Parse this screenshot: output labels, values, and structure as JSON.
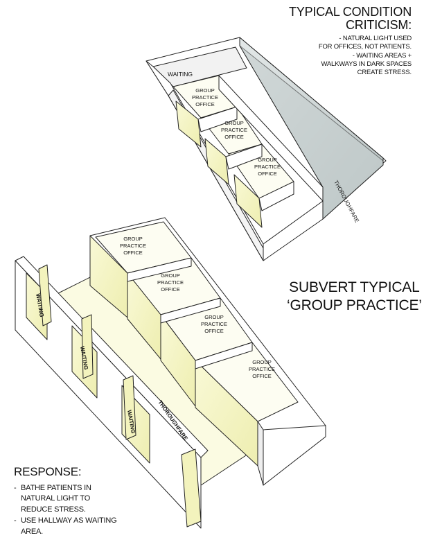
{
  "criticism": {
    "title_line1": "TYPICAL CONDITION",
    "title_line2": "CRITICISM:",
    "points": [
      "- NATURAL LIGHT USED",
      "FOR OFFICES, NOT PATIENTS.",
      "- WAITING AREAS +",
      "WALKWAYS IN DARK SPACES",
      "CREATE STRESS."
    ]
  },
  "top_diagram": {
    "waiting_label": "WAITING",
    "thoroughfare_label": "THOROUGHFARE",
    "offices": [
      {
        "line1": "GROUP",
        "line2": "PRACTICE",
        "line3": "OFFICE"
      },
      {
        "line1": "GROUP",
        "line2": "PRACTICE",
        "line3": "OFFICE"
      },
      {
        "line1": "GROUP",
        "line2": "PRACTICE",
        "line3": "OFFICE"
      }
    ]
  },
  "subvert": {
    "line1": "SUBVERT TYPICAL",
    "line2": "‘GROUP PRACTICE’"
  },
  "bottom_diagram": {
    "thoroughfare_label": "THOROUGHFARE",
    "waiting_labels": [
      "WAITING",
      "WAITING",
      "WAITING"
    ],
    "offices": [
      {
        "line1": "GROUP",
        "line2": "PRACTICE",
        "line3": "OFFICE"
      },
      {
        "line1": "GROUP",
        "line2": "PRACTICE",
        "line3": "OFFICE"
      },
      {
        "line1": "GROUP",
        "line2": "PRACTICE",
        "line3": "OFFICE"
      },
      {
        "line1": "GROUP",
        "line2": "PRACTICE",
        "line3": "OFFICE"
      }
    ]
  },
  "response": {
    "title": "RESPONSE:",
    "items": [
      "BATHE PATIENTS IN NATURAL LIGHT TO REDUCE STRESS.",
      "USE HALLWAY AS WAITING AREA."
    ]
  },
  "colors": {
    "light_yellow": "#f6f6c6",
    "pale_yellow": "#fbfbe4",
    "shadow_grey": "#c9d1d1",
    "wall_white": "#ffffff",
    "line": "#222222"
  }
}
